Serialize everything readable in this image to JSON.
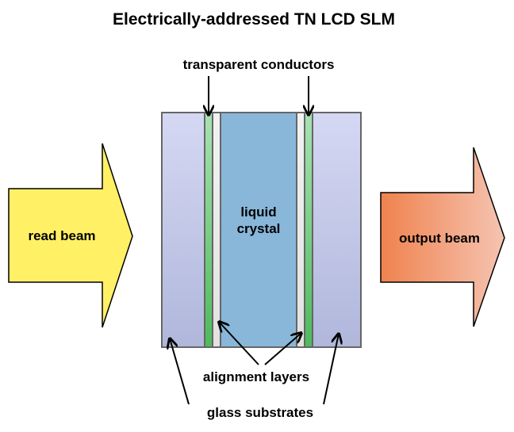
{
  "title": "Electrically-addressed TN LCD SLM",
  "labels": {
    "transparent_conductors": "transparent conductors",
    "liquid_crystal_line1": "liquid",
    "liquid_crystal_line2": "crystal",
    "alignment_layers": "alignment layers",
    "glass_substrates": "glass substrates",
    "read_beam": "read beam",
    "output_beam": "output beam"
  },
  "colors": {
    "glass_top": "#d3d6f2",
    "glass_bottom": "#b1b8dc",
    "conductor_top": "#a7e0b0",
    "conductor_bottom": "#4fbc5e",
    "alignment": "#eeeeee",
    "liquid_crystal": "#88b7da",
    "border": "#666666",
    "read_beam": "#fff066",
    "output_beam_left": "#f0834f",
    "output_beam_right": "#f4bca8"
  }
}
